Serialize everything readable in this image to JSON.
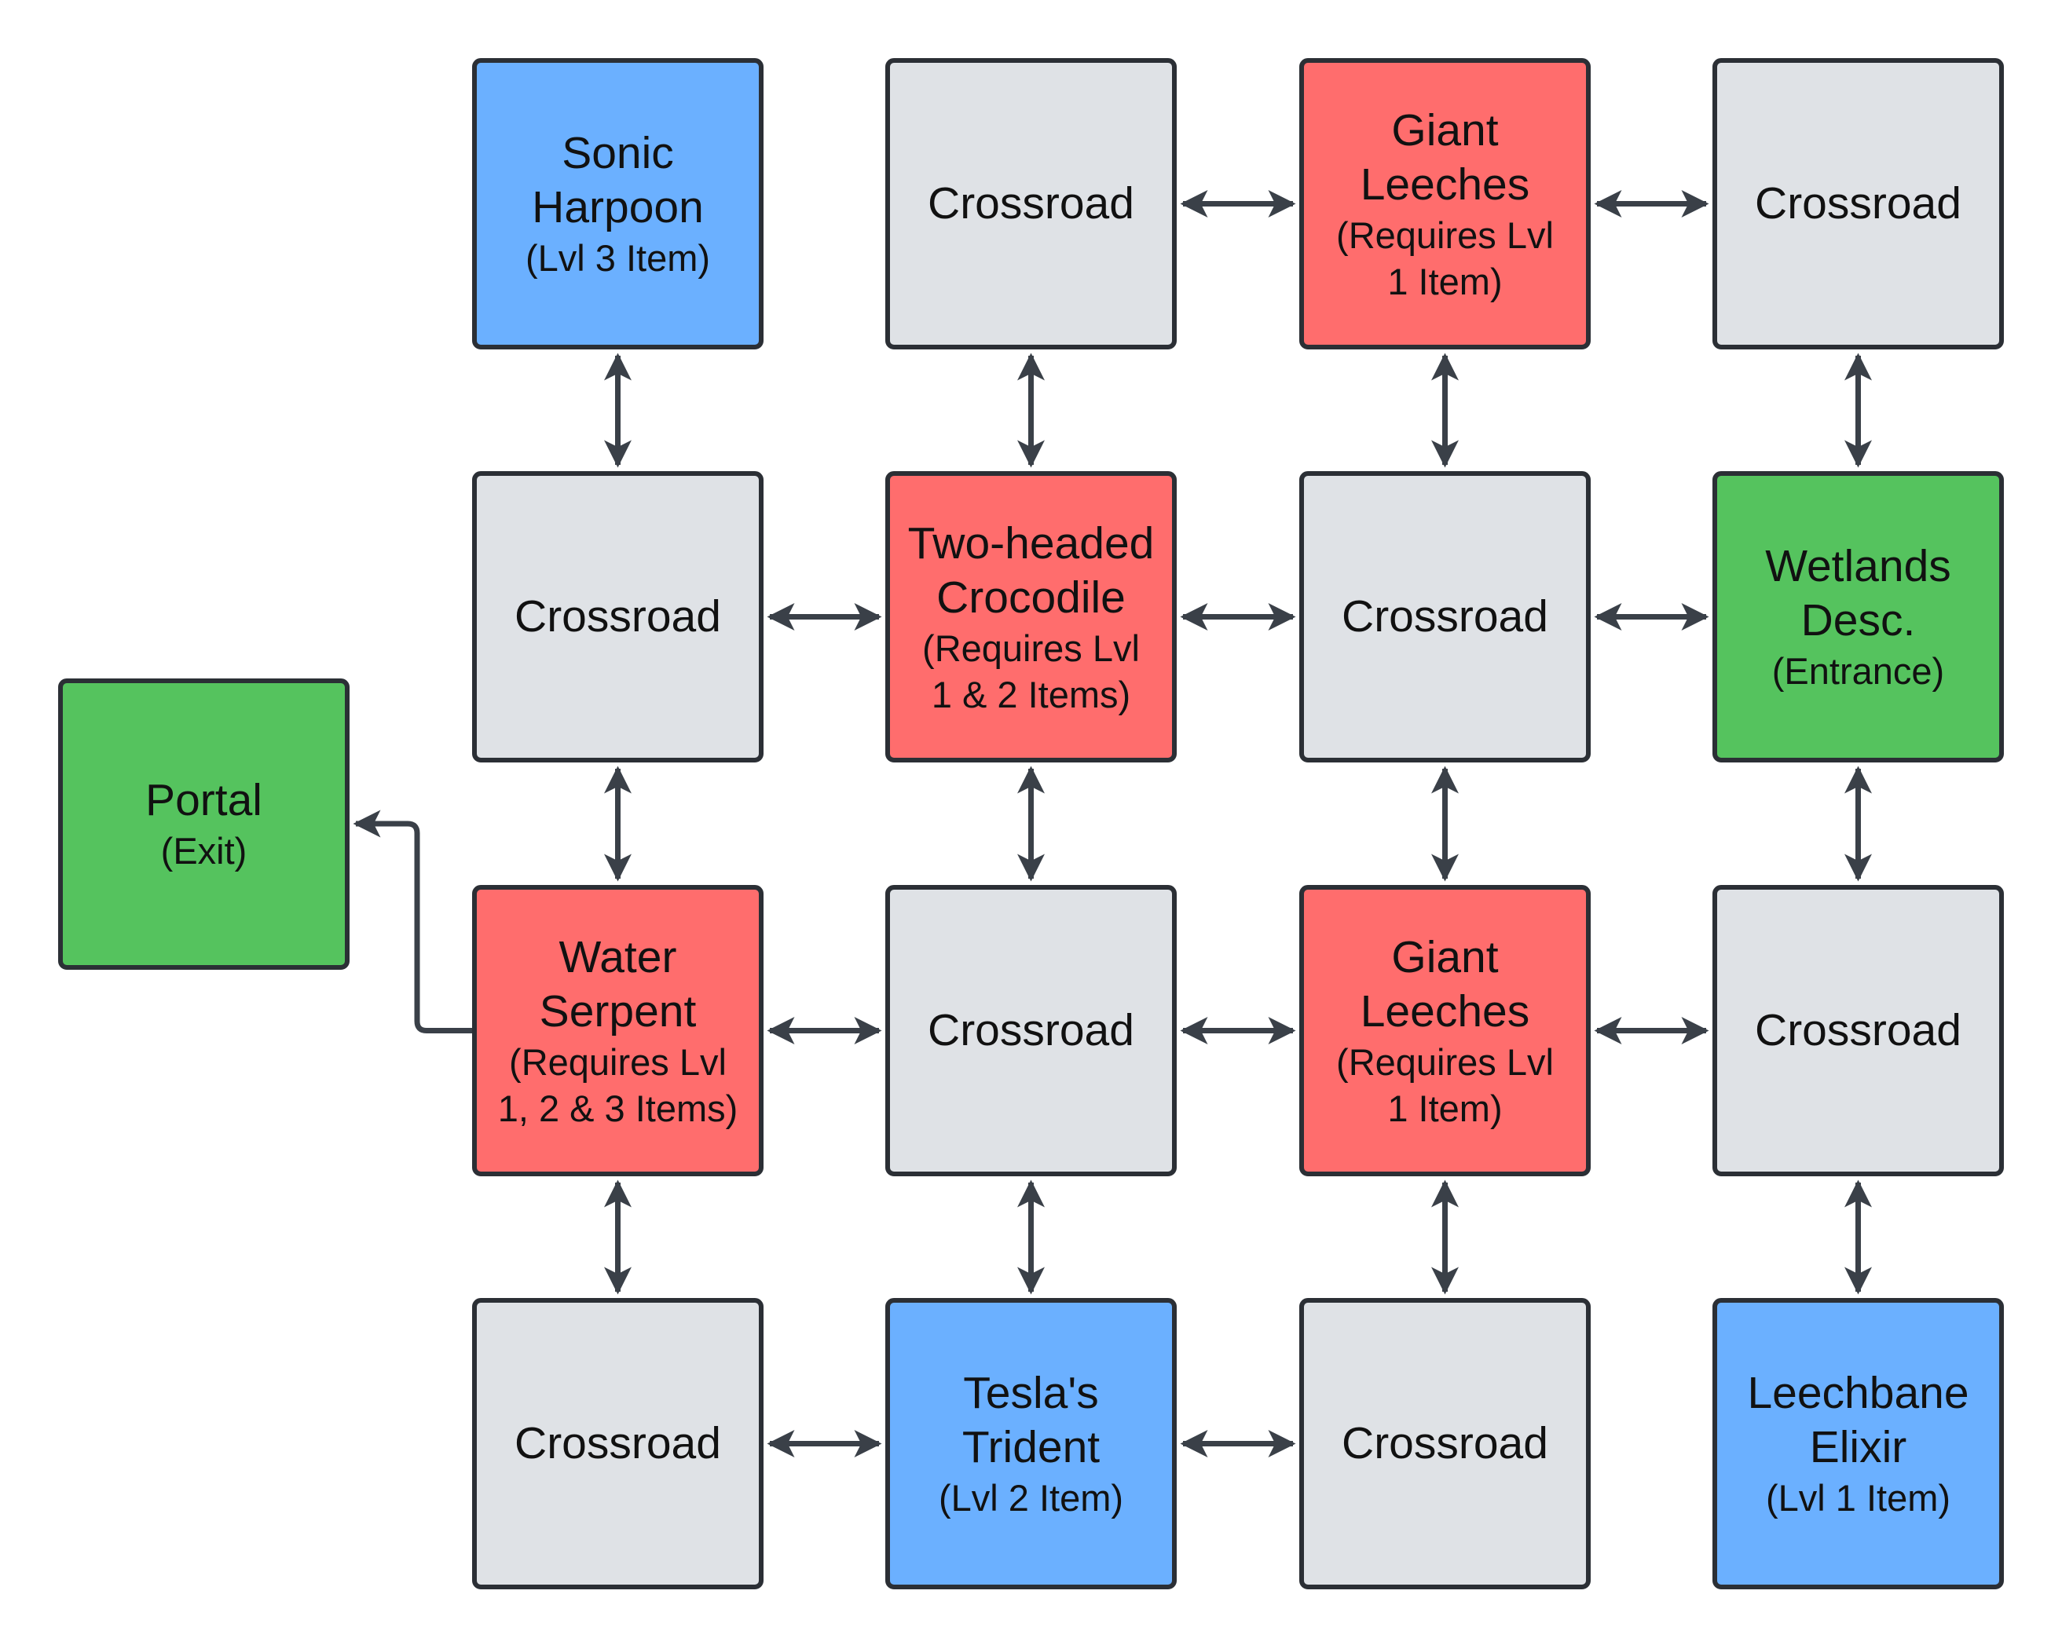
{
  "colors": {
    "crossroad": "#dfe2e6",
    "enemy": "#ff6d6d",
    "item": "#6bb0ff",
    "endpoint": "#55c35e",
    "border": "#2b2f35",
    "arrow": "#3a4048"
  },
  "nodes": [
    {
      "id": "sonic-harpoon",
      "kind": "item",
      "row": 0,
      "col": 1,
      "title": "Sonic\nHarpoon",
      "sub": "(Lvl 3 Item)"
    },
    {
      "id": "crossroad-r0c2",
      "kind": "crossroad",
      "row": 0,
      "col": 2,
      "title": "Crossroad",
      "sub": ""
    },
    {
      "id": "giant-leeches-top",
      "kind": "enemy",
      "row": 0,
      "col": 3,
      "title": "Giant\nLeeches",
      "sub": "(Requires Lvl\n1 Item)"
    },
    {
      "id": "crossroad-r0c4",
      "kind": "crossroad",
      "row": 0,
      "col": 4,
      "title": "Crossroad",
      "sub": ""
    },
    {
      "id": "crossroad-r1c1",
      "kind": "crossroad",
      "row": 1,
      "col": 1,
      "title": "Crossroad",
      "sub": ""
    },
    {
      "id": "two-headed-crocodile",
      "kind": "enemy",
      "row": 1,
      "col": 2,
      "title": "Two-headed\nCrocodile",
      "sub": "(Requires Lvl\n1 & 2 Items)"
    },
    {
      "id": "crossroad-r1c3",
      "kind": "crossroad",
      "row": 1,
      "col": 3,
      "title": "Crossroad",
      "sub": ""
    },
    {
      "id": "wetlands-desc",
      "kind": "endpoint",
      "row": 1,
      "col": 4,
      "title": "Wetlands\nDesc.",
      "sub": "(Entrance)"
    },
    {
      "id": "portal",
      "kind": "endpoint",
      "row": 1.5,
      "col": 0,
      "title": "Portal",
      "sub": "(Exit)"
    },
    {
      "id": "water-serpent",
      "kind": "enemy",
      "row": 2,
      "col": 1,
      "title": "Water\nSerpent",
      "sub": "(Requires Lvl\n1, 2 & 3 Items)"
    },
    {
      "id": "crossroad-r2c2",
      "kind": "crossroad",
      "row": 2,
      "col": 2,
      "title": "Crossroad",
      "sub": ""
    },
    {
      "id": "giant-leeches-mid",
      "kind": "enemy",
      "row": 2,
      "col": 3,
      "title": "Giant\nLeeches",
      "sub": "(Requires Lvl\n1 Item)"
    },
    {
      "id": "crossroad-r2c4",
      "kind": "crossroad",
      "row": 2,
      "col": 4,
      "title": "Crossroad",
      "sub": ""
    },
    {
      "id": "crossroad-r3c1",
      "kind": "crossroad",
      "row": 3,
      "col": 1,
      "title": "Crossroad",
      "sub": ""
    },
    {
      "id": "teslas-trident",
      "kind": "item",
      "row": 3,
      "col": 2,
      "title": "Tesla's\nTrident",
      "sub": "(Lvl 2 Item)"
    },
    {
      "id": "crossroad-r3c3",
      "kind": "crossroad",
      "row": 3,
      "col": 3,
      "title": "Crossroad",
      "sub": ""
    },
    {
      "id": "leechbane-elixir",
      "kind": "item",
      "row": 3,
      "col": 4,
      "title": "Leechbane\nElixir",
      "sub": "(Lvl 1 Item)"
    }
  ],
  "edges": [
    {
      "from": "crossroad-r0c2",
      "to": "giant-leeches-top",
      "bidirectional": true
    },
    {
      "from": "giant-leeches-top",
      "to": "crossroad-r0c4",
      "bidirectional": true
    },
    {
      "from": "sonic-harpoon",
      "to": "crossroad-r1c1",
      "bidirectional": true
    },
    {
      "from": "crossroad-r0c2",
      "to": "two-headed-crocodile",
      "bidirectional": true
    },
    {
      "from": "giant-leeches-top",
      "to": "crossroad-r1c3",
      "bidirectional": true
    },
    {
      "from": "crossroad-r0c4",
      "to": "wetlands-desc",
      "bidirectional": true
    },
    {
      "from": "crossroad-r1c1",
      "to": "two-headed-crocodile",
      "bidirectional": true
    },
    {
      "from": "two-headed-crocodile",
      "to": "crossroad-r1c3",
      "bidirectional": true
    },
    {
      "from": "crossroad-r1c3",
      "to": "wetlands-desc",
      "bidirectional": true
    },
    {
      "from": "crossroad-r1c1",
      "to": "water-serpent",
      "bidirectional": true
    },
    {
      "from": "two-headed-crocodile",
      "to": "crossroad-r2c2",
      "bidirectional": true
    },
    {
      "from": "crossroad-r1c3",
      "to": "giant-leeches-mid",
      "bidirectional": true
    },
    {
      "from": "wetlands-desc",
      "to": "crossroad-r2c4",
      "bidirectional": true
    },
    {
      "from": "water-serpent",
      "to": "crossroad-r2c2",
      "bidirectional": true
    },
    {
      "from": "crossroad-r2c2",
      "to": "giant-leeches-mid",
      "bidirectional": true
    },
    {
      "from": "giant-leeches-mid",
      "to": "crossroad-r2c4",
      "bidirectional": true
    },
    {
      "from": "water-serpent",
      "to": "crossroad-r3c1",
      "bidirectional": true
    },
    {
      "from": "crossroad-r2c2",
      "to": "teslas-trident",
      "bidirectional": true
    },
    {
      "from": "giant-leeches-mid",
      "to": "crossroad-r3c3",
      "bidirectional": true
    },
    {
      "from": "crossroad-r2c4",
      "to": "leechbane-elixir",
      "bidirectional": true
    },
    {
      "from": "crossroad-r3c1",
      "to": "teslas-trident",
      "bidirectional": true
    },
    {
      "from": "teslas-trident",
      "to": "crossroad-r3c3",
      "bidirectional": true
    },
    {
      "from": "water-serpent",
      "to": "portal",
      "bidirectional": false
    }
  ]
}
